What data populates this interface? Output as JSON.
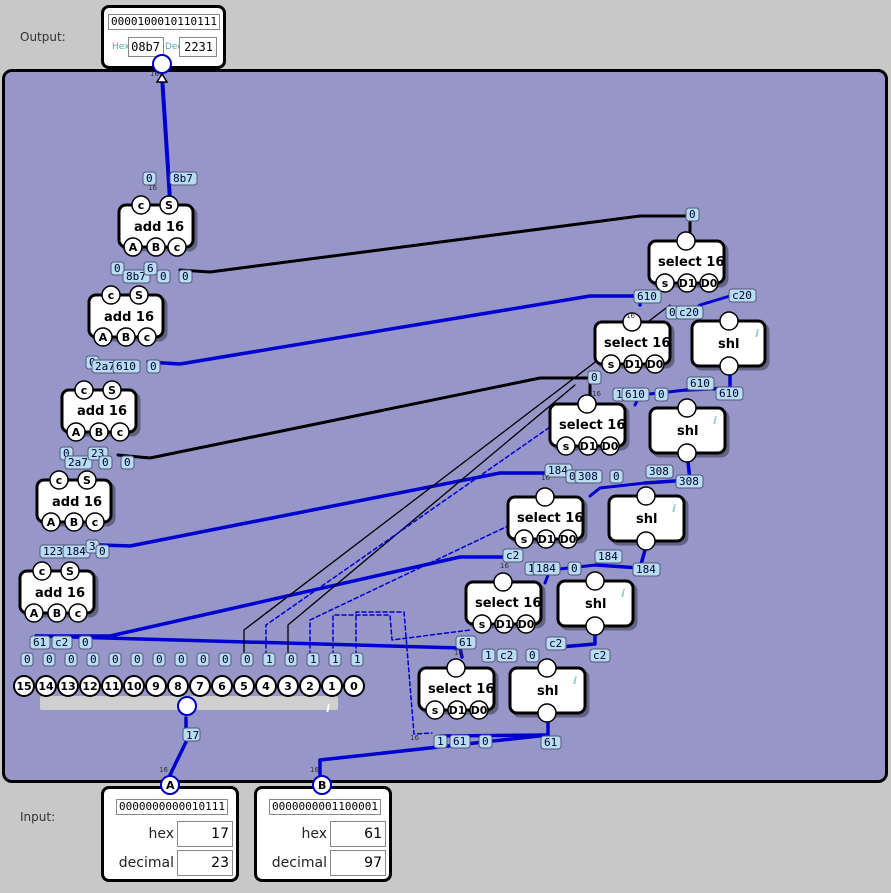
{
  "labels": {
    "output": "Output:",
    "input": "Input:"
  },
  "output_panel": {
    "bits": "0000100010110111",
    "hex_label": "Hex",
    "hex": "08b7",
    "dec_label": "Dec",
    "dec": "2231"
  },
  "input_a": {
    "bits": "0000000000010111",
    "hex_label": "hex",
    "hex": "17",
    "dec_label": "decimal",
    "dec": "23",
    "pin": "A"
  },
  "input_b": {
    "bits": "0000000001100001",
    "hex_label": "hex",
    "hex": "61",
    "dec_label": "decimal",
    "dec": "97",
    "pin": "B"
  },
  "gate_labels": {
    "add": "add 16",
    "select": "select 16",
    "shl": "shl",
    "info": "i",
    "width": "16"
  },
  "pin_labels": {
    "a": "A",
    "b": "B",
    "c": "c",
    "s": "S",
    "sel": "s",
    "d1": "D1",
    "d0": "D0"
  },
  "splitter": {
    "bit_values": [
      "0",
      "0",
      "0",
      "0",
      "0",
      "0",
      "0",
      "0",
      "0",
      "0",
      "0",
      "1",
      "0",
      "1",
      "1",
      "1"
    ],
    "bit_indices": [
      "15",
      "14",
      "13",
      "12",
      "11",
      "10",
      "9",
      "8",
      "7",
      "6",
      "5",
      "4",
      "3",
      "2",
      "1",
      "0"
    ],
    "input_tag": "17"
  },
  "wire_tags": {
    "out_c": "0",
    "out_s": "8b7",
    "add1_a": "0",
    "add1_b": "8b7",
    "add1_b2": "6",
    "add1_c": "0",
    "add1_c2": "0",
    "add2_a": "0",
    "add2_b": "2a7",
    "add2_b2": "610",
    "add2_c": "0",
    "add3_a": "0",
    "add3_b": "2a7",
    "add3_b2": "23",
    "add3_c": "0",
    "add3_c2": "0",
    "add4_a": "123",
    "add4_b": "184",
    "add4_b2": "3",
    "add4_c": "0",
    "add5_a": "61",
    "add5_b": "c2",
    "add5_c": "0",
    "sel1_top": "0",
    "sel1_d1": "610",
    "sel1_s": "0",
    "sel1_d1b": "c20",
    "shl1_top": "c20",
    "sel2_s": "1",
    "sel2_d1": "610",
    "sel2_d0": "0",
    "shl2_top": "610",
    "shl2_bot": "610",
    "sel2_top": "0",
    "sel3_top": "184",
    "sel3_s": "0",
    "sel3_d1": "308",
    "sel3_d0": "0",
    "shl3_top": "308",
    "shl3_bot": "308",
    "sel4_top": "c2",
    "sel4_s": "1",
    "sel4_d1": "184",
    "sel4_d0": "0",
    "shl4_top": "184",
    "shl4_bot": "184",
    "sel5_top": "61",
    "sel5_s": "1",
    "sel5_d1": "c2",
    "sel5_d0": "0",
    "shl5_top": "c2",
    "shl5_bot": "c2",
    "sel6_s": "1",
    "sel6_d1": "61",
    "sel6_d0": "0",
    "shl6_bot": "61"
  }
}
